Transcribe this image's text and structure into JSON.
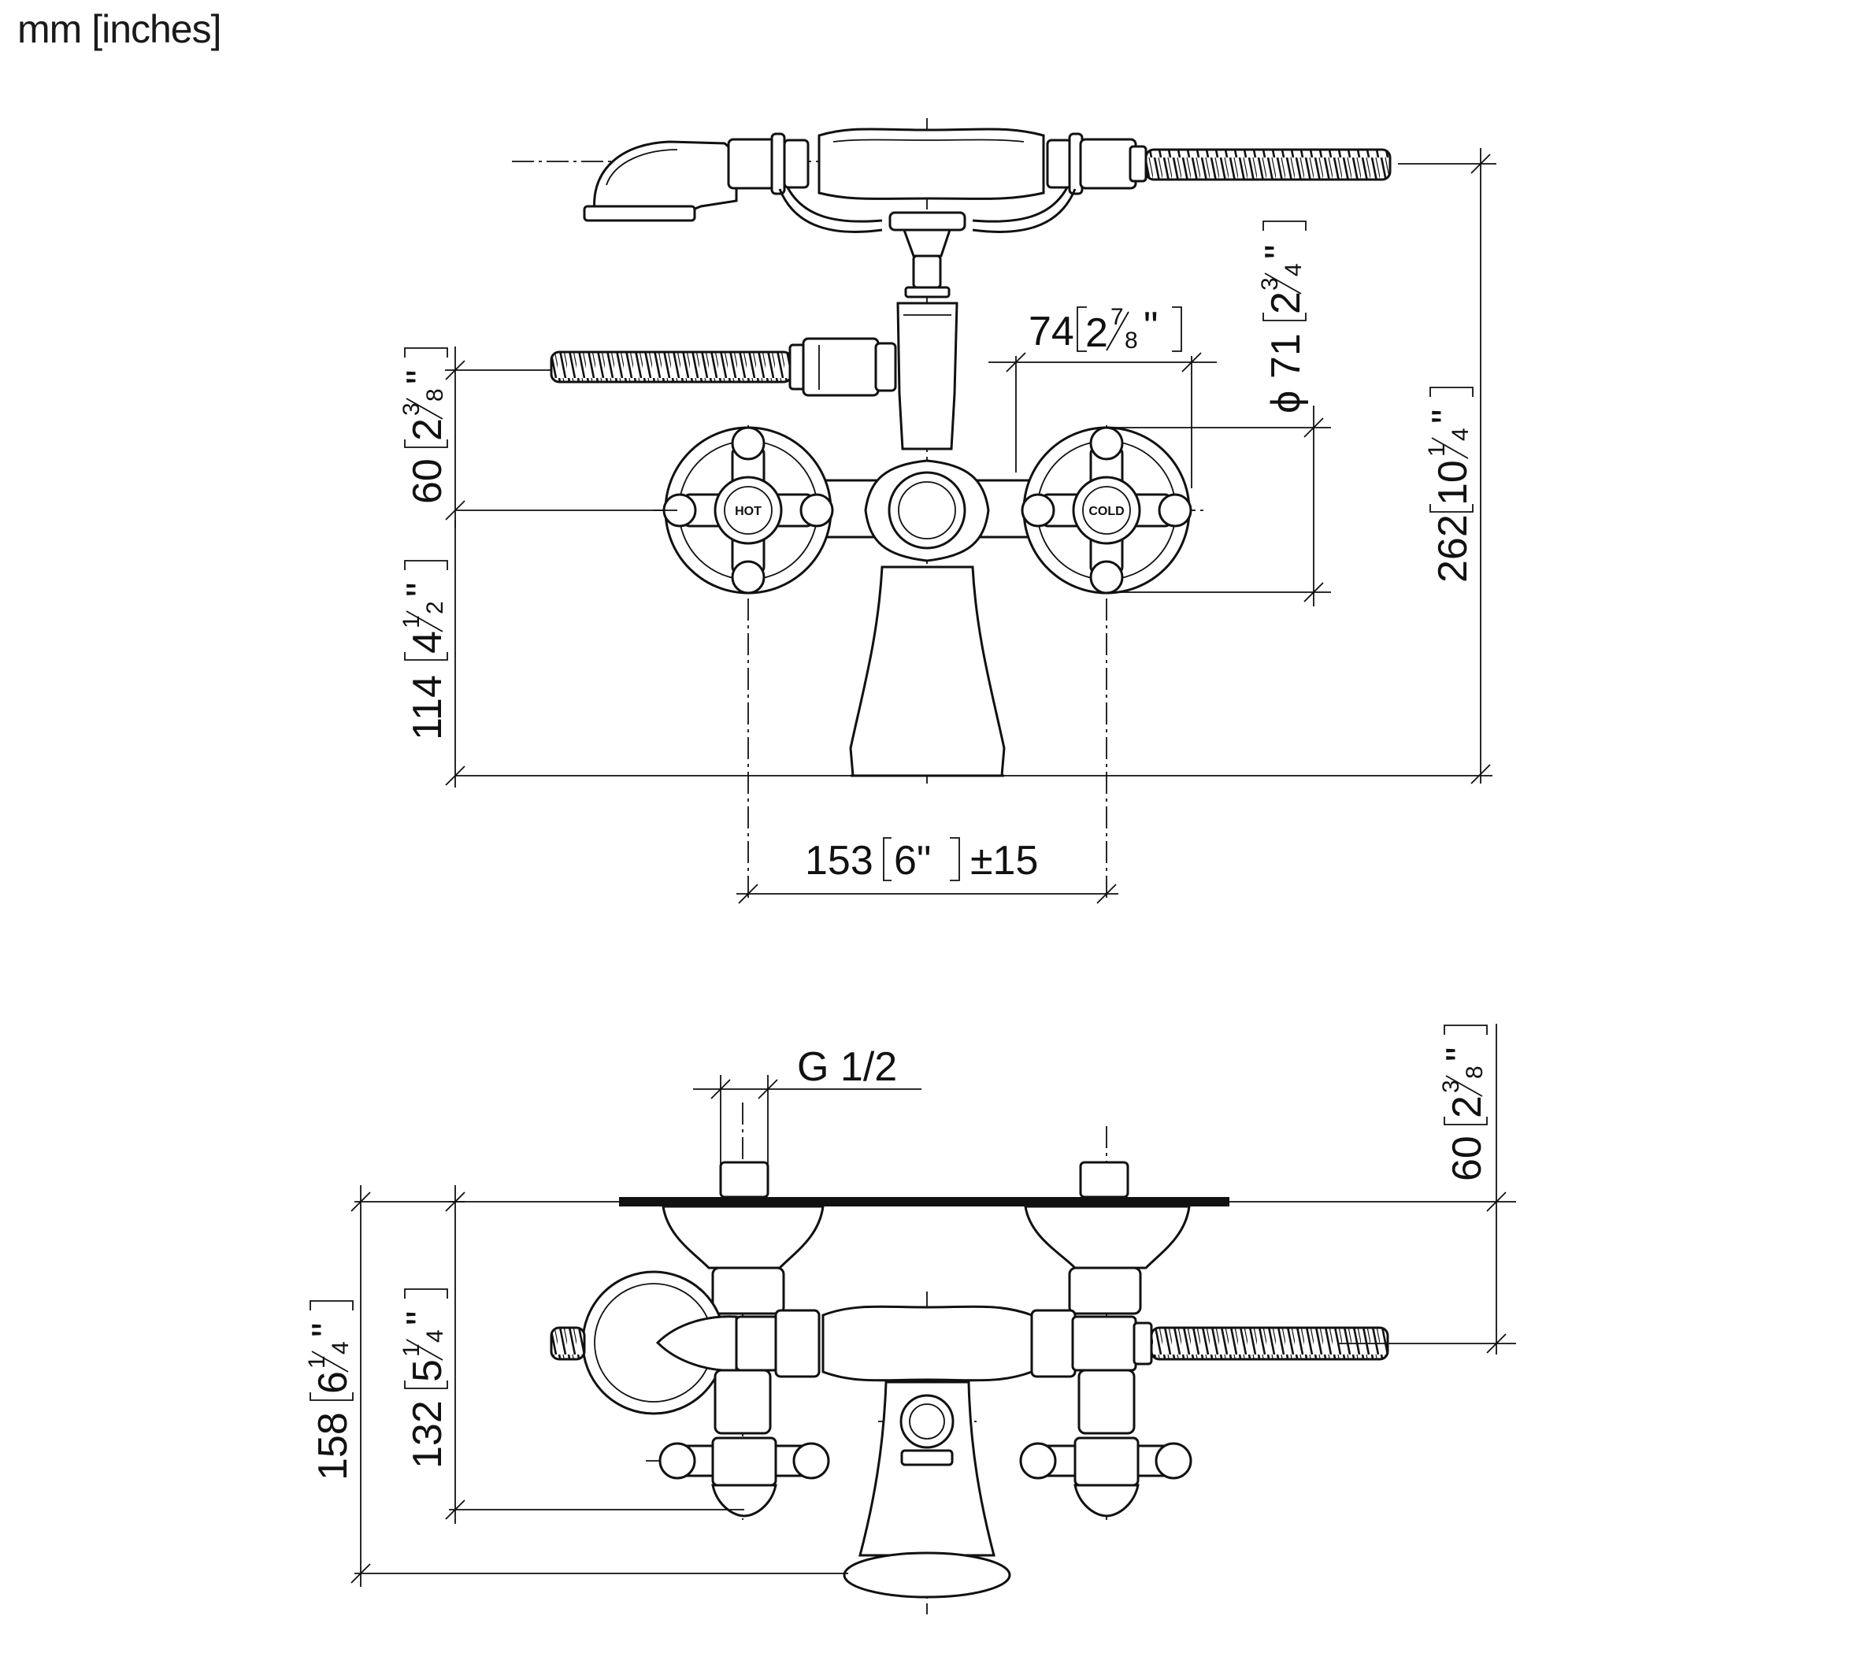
{
  "units_label": "mm [inches]",
  "front_view": {
    "dim_74": {
      "value": "74",
      "whole": "2",
      "num": "7",
      "den": "8"
    },
    "dim_71": {
      "prefix": "ϕ",
      "value": "71",
      "whole": "2",
      "num": "3",
      "den": "4"
    },
    "dim_262": {
      "value": "262",
      "whole": "10",
      "num": "1",
      "den": "4"
    },
    "dim_60": {
      "value": "60",
      "whole": "2",
      "num": "3",
      "den": "8"
    },
    "dim_114": {
      "value": "114",
      "whole": "4",
      "num": "1",
      "den": "2"
    },
    "dim_153": {
      "value": "153",
      "inch": "6\"",
      "tol": "±15"
    },
    "hot_label": "HOT",
    "cold_label": "COLD"
  },
  "top_view": {
    "thread": "G 1/2",
    "dim_60": {
      "value": "60",
      "whole": "2",
      "num": "3",
      "den": "8"
    },
    "dim_132": {
      "value": "132",
      "whole": "5",
      "num": "1",
      "den": "4"
    },
    "dim_158": {
      "value": "158",
      "whole": "6",
      "num": "1",
      "den": "4"
    }
  }
}
